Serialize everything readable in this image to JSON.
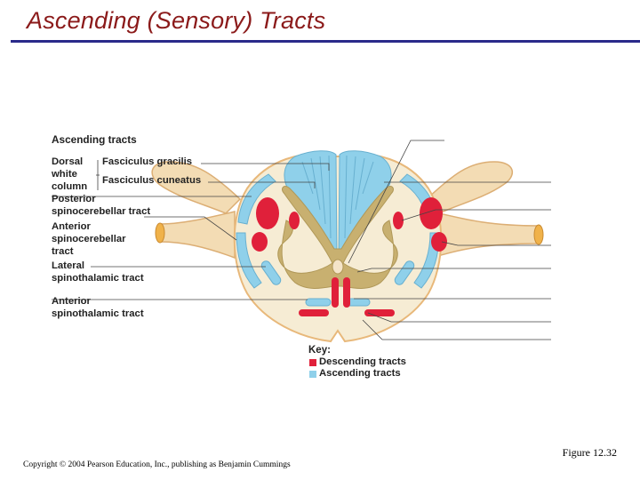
{
  "slide": {
    "title": "Ascending (Sensory) Tracts",
    "figure_label": "Figure 12.32",
    "copyright": "Copyright © 2004 Pearson Education, Inc., publishing as Benjamin Cummings"
  },
  "diagram": {
    "heading": "Ascending tracts",
    "labels": {
      "dorsal": "Dorsal",
      "white": "white",
      "column": "column",
      "fasciculus_gracilis": "Fasciculus gracilis",
      "fasciculus_cuneatus": "Fasciculus cuneatus",
      "posterior_1": "Posterior",
      "posterior_2": "spinocerebellar tract",
      "anterior_sc_1": "Anterior",
      "anterior_sc_2": "spinocerebellar",
      "anterior_sc_3": "tract",
      "lateral_st_1": "Lateral",
      "lateral_st_2": "spinothalamic tract",
      "anterior_st_1": "Anterior",
      "anterior_st_2": "spinothalamic tract"
    },
    "key": {
      "title": "Key:",
      "descending": "Descending tracts",
      "ascending": "Ascending tracts"
    },
    "colors": {
      "descending": "#e0203a",
      "ascending": "#8fd0ea",
      "gray_matter": "#c8b070",
      "white_matter": "#f6ecd4",
      "outline": "#e8b87a"
    }
  }
}
